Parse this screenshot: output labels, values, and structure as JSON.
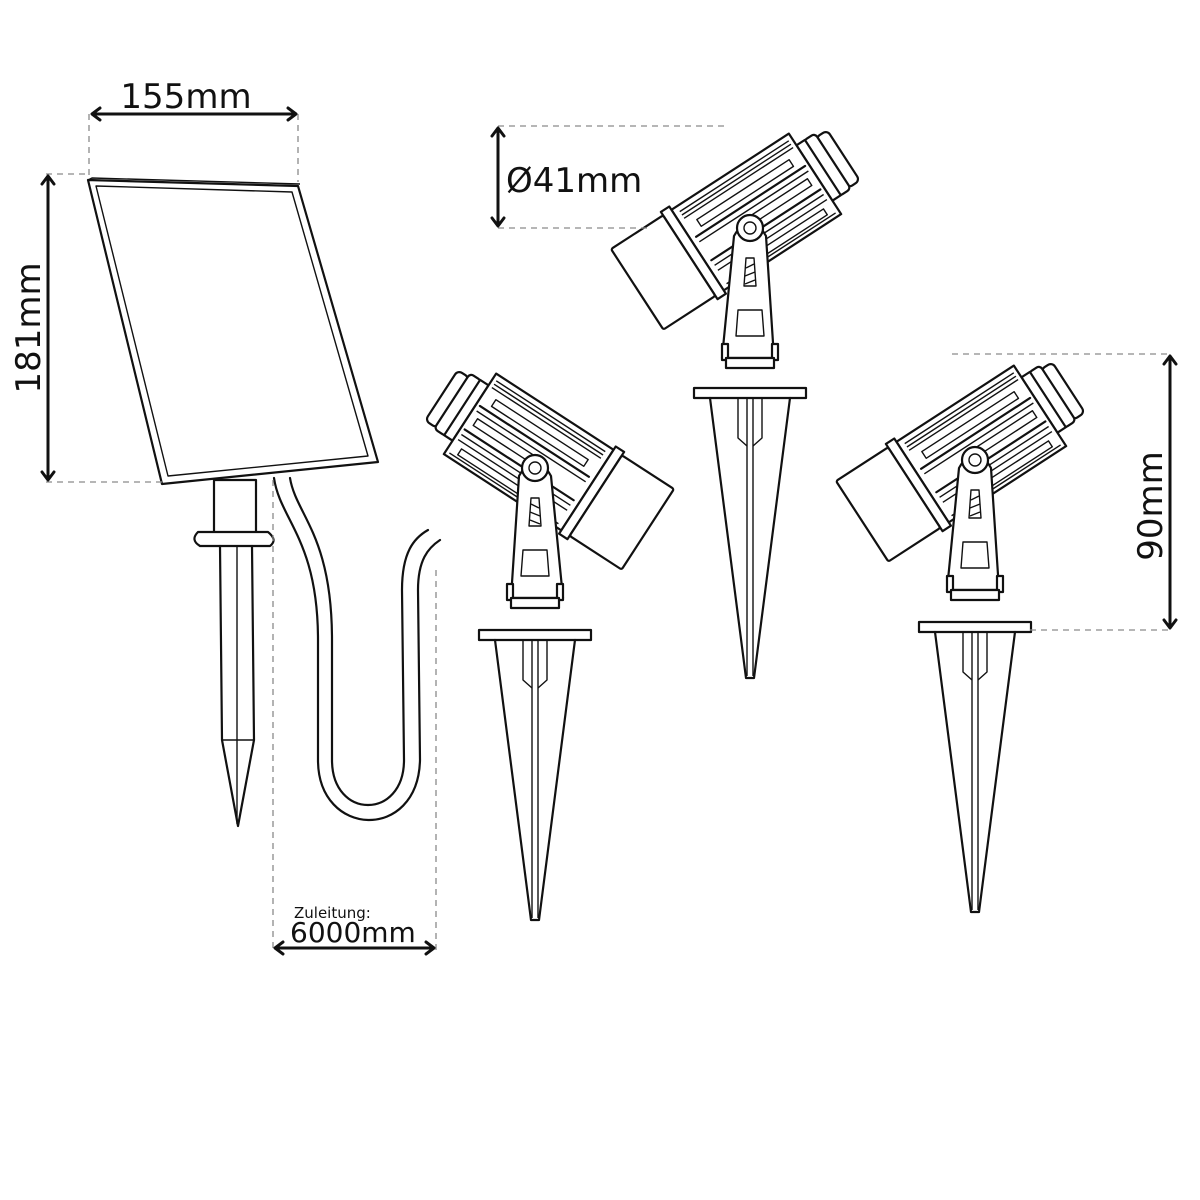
{
  "drawing": {
    "title": "Solar garden spotlight set – technical dimension drawing",
    "line_color": "#111111",
    "dash_color": "#8a8a8a",
    "background": "#ffffff"
  },
  "dimensions": {
    "panel_width": {
      "label": "155mm",
      "value": 155,
      "unit": "mm"
    },
    "panel_height": {
      "label": "181mm",
      "value": 181,
      "unit": "mm"
    },
    "lamp_diameter": {
      "label": "Ø41mm",
      "value": 41,
      "unit": "mm"
    },
    "lamp_height": {
      "label": "90mm",
      "value": 90,
      "unit": "mm"
    },
    "cable_length": {
      "caption": "Zuleitung:",
      "label": "6000mm",
      "value": 6000,
      "unit": "mm"
    }
  },
  "components": [
    {
      "name": "solar-panel",
      "count": 1
    },
    {
      "name": "panel-ground-stake",
      "count": 1
    },
    {
      "name": "connection-cable",
      "count": 1
    },
    {
      "name": "spotlight-with-ground-stake",
      "count": 3
    }
  ]
}
